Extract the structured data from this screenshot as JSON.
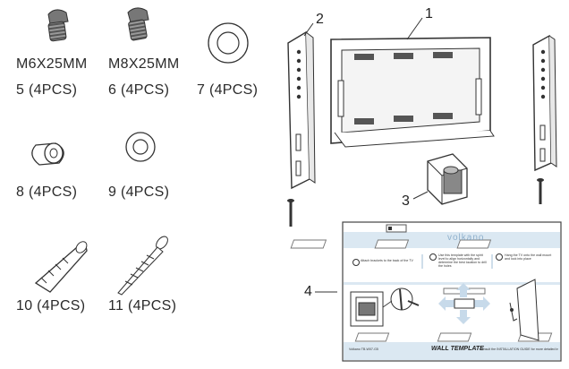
{
  "parts": {
    "p5": {
      "size": "M6X25MM",
      "qty": "5 (4PCS)"
    },
    "p6": {
      "size": "M8X25MM",
      "qty": "6 (4PCS)"
    },
    "p7": {
      "qty": "7 (4PCS)"
    },
    "p8": {
      "qty": "8 (4PCS)"
    },
    "p9": {
      "qty": "9 (4PCS)"
    },
    "p10": {
      "qty": "10 (4PCS)"
    },
    "p11": {
      "qty": "11 (4PCS)"
    }
  },
  "callouts": {
    "c1": "1",
    "c2": "2",
    "c3": "3",
    "c4": "4"
  },
  "template": {
    "brand": "volkano",
    "footer_title": "WALL TEMPLATE",
    "step1": "Attach brackets to the back of the TV",
    "step2": "Use this template with the spirit level to align horizontally and determine the best location to drill the holes",
    "step3": "Hang the TV onto the wall mount and lock into place",
    "footer_left": "Volkano TB-W07-G5",
    "footer_right": "Consult the INSTALLATION GUIDE for more detailed instructions"
  },
  "colors": {
    "ink": "#333333",
    "template_blue": "#dbe8f2",
    "template_line": "#9fbcd4"
  }
}
